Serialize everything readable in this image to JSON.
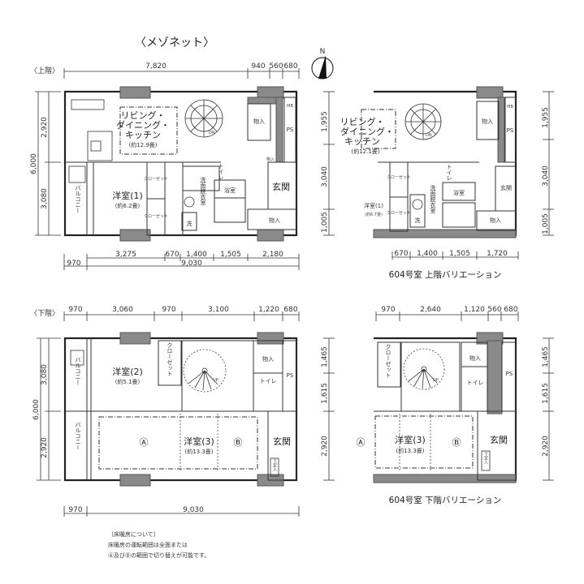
{
  "title": "〈メゾネット〉",
  "compass": {
    "label": "N"
  },
  "upper": {
    "label": "〈上階〉",
    "dims_top": [
      "7,820",
      "940",
      "560",
      "680"
    ],
    "dims_left": [
      "6,000",
      "2,920",
      "3,080"
    ],
    "dims_right": [
      "1,955",
      "3,040",
      "1,005"
    ],
    "dims_bottom": [
      "3,275",
      "670",
      "1,400",
      "1,505",
      "2,180"
    ],
    "dims_bottom_total": [
      "970",
      "9,030"
    ],
    "rooms": {
      "ldk_line1": "リビング・",
      "ldk_line2": "ダイニング・",
      "ldk_line3": "キッチン",
      "ldk_area": "(約12.9畳)",
      "stairs": "DN",
      "storage1": "物入",
      "storage2": "物入",
      "storage3": "物入",
      "ps": "PS",
      "mb": "MB",
      "entrance": "玄関",
      "bath": "浴室",
      "washroom": "洗面脱衣室",
      "toilet": "トイレ",
      "bedroom": "洋室(1)",
      "bedroom_area": "(約6.2畳)",
      "closet1": "クローゼット",
      "closet2": "クローゼット",
      "washer": "洗",
      "balcony": "バルコニー"
    }
  },
  "lower": {
    "label": "〈下階〉",
    "dims_top": [
      "970",
      "3,060",
      "970",
      "3,100",
      "1,220",
      "680"
    ],
    "dims_left": [
      "6,000",
      "3,080",
      "2,920"
    ],
    "dims_right": [
      "1,465",
      "1,615",
      "2,920"
    ],
    "dims_bottom": [
      "970",
      "9,030"
    ],
    "rooms": {
      "bedroom2": "洋室(2)",
      "bedroom2_area": "(約5.1畳)",
      "closet": "クローゼット",
      "stairs": "UP",
      "storage": "物入",
      "ps": "PS",
      "toilet": "トイレ",
      "bedroom3": "洋室(3)",
      "bedroom3_area": "(約13.3畳)",
      "zone_a": "Ⓐ",
      "zone_b": "Ⓑ",
      "entrance": "玄関",
      "shoe": "下足入",
      "balcony1": "バルコニー",
      "balcony2": "バルコニー"
    },
    "note": {
      "heading": "〔床暖房について〕",
      "line1": "床暖房の運転範囲は全面または",
      "line2": "Ⓐ及びⒷの範囲で切り替えが可能です。"
    }
  },
  "variation_upper": {
    "caption": "604号室 上階バリエーション",
    "dims_bottom": [
      "670",
      "1,400",
      "1,505",
      "1,720"
    ],
    "dims_right": [
      "1,955",
      "3,040",
      "1,005"
    ],
    "rooms": {
      "ldk_line1": "リビング・",
      "ldk_line2": "ダイニング・",
      "ldk_line3": "キッチン",
      "ldk_area": "(約12.1畳)",
      "stairs": "DN",
      "storage1": "物入",
      "storage2": "物入",
      "ps": "PS",
      "mb": "MB",
      "entrance": "玄関",
      "bath": "浴室",
      "washroom": "洗面脱衣室",
      "toilet": "トイレ",
      "bedroom": "洋室(1)",
      "bedroom_area": "(約6.7畳)",
      "closet1": "クローゼット",
      "closet2": "クローゼット",
      "washer": "洗"
    }
  },
  "variation_lower": {
    "caption": "604号室 下階バリエーション",
    "dims_top": [
      "970",
      "2,640",
      "1,120",
      "560",
      "680"
    ],
    "dims_right": [
      "1,465",
      "1,615",
      "2,920"
    ],
    "rooms": {
      "closet": "クローゼット",
      "stairs": "UP",
      "storage": "物入",
      "toilet": "トイレ",
      "ps": "PS",
      "bedroom3": "洋室(3)",
      "bedroom3_area": "(約13.3畳)",
      "zone_a": "Ⓐ",
      "zone_b": "Ⓑ",
      "entrance": "玄関",
      "shoe": "下足入"
    }
  }
}
